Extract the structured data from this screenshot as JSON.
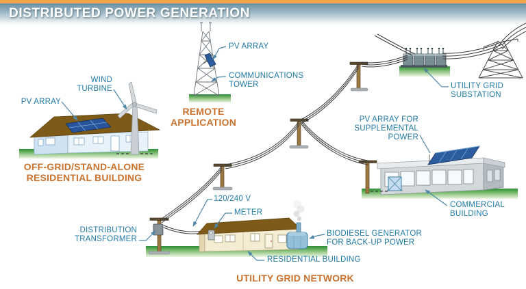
{
  "header": {
    "title": "DISTRIBUTED POWER GENERATION"
  },
  "colors": {
    "header_bar_orange": "#F2A74B",
    "banner_blue": "#6A92A6",
    "label_blue": "#1F7AA6",
    "caption_orange": "#C8722E",
    "pv_panel_blue": "#2B5C9E",
    "grass_green": "#37953F",
    "wire_gray": "#3B3B3B"
  },
  "offgrid": {
    "pv_array": "PV ARRAY",
    "wind_turbine_line1": "WIND",
    "wind_turbine_line2": "TURBINE",
    "caption_line1": "OFF-GRID/STAND-ALONE",
    "caption_line2": "RESIDENTIAL BUILDING"
  },
  "remote": {
    "pv_array": "PV ARRAY",
    "tower_line1": "COMMUNICATIONS",
    "tower_line2": "TOWER",
    "caption_line1": "REMOTE",
    "caption_line2": "APPLICATION"
  },
  "substation": {
    "label_line1": "UTILITY GRID",
    "label_line2": "SUBSTATION"
  },
  "commercial": {
    "pv_line1": "PV ARRAY FOR",
    "pv_line2": "SUPPLEMENTAL",
    "pv_line3": "POWER",
    "building_line1": "COMMERCIAL",
    "building_line2": "BUILDING"
  },
  "utility": {
    "transformer_line1": "DISTRIBUTION",
    "transformer_line2": "TRANSFORMER",
    "voltage": "120/240 V",
    "meter": "METER",
    "generator_line1": "BIODIESEL GENERATOR",
    "generator_line2": "FOR BACK-UP POWER",
    "residential": "RESIDENTIAL BUILDING",
    "caption": "UTILITY GRID NETWORK"
  }
}
